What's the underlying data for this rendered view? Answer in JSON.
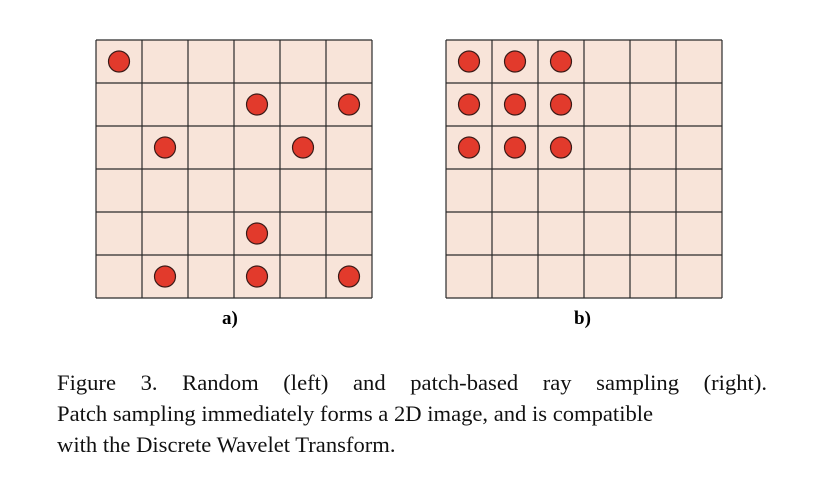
{
  "figure": {
    "grid": {
      "rows": 6,
      "cols": 6,
      "cell_color": "#f8e4d9",
      "line_color": "#2b2b2b"
    },
    "dot_color": "#e23a2c",
    "dot_stroke": "#3a1a17",
    "panels": [
      {
        "label": "a)",
        "sampling": "random",
        "dots": [
          [
            0,
            0
          ],
          [
            1,
            3
          ],
          [
            1,
            5
          ],
          [
            2,
            1
          ],
          [
            2,
            4
          ],
          [
            4,
            3
          ],
          [
            5,
            1
          ],
          [
            5,
            3
          ],
          [
            5,
            5
          ]
        ]
      },
      {
        "label": "b)",
        "sampling": "patch",
        "dots": [
          [
            0,
            0
          ],
          [
            0,
            1
          ],
          [
            0,
            2
          ],
          [
            1,
            0
          ],
          [
            1,
            1
          ],
          [
            1,
            2
          ],
          [
            2,
            0
          ],
          [
            2,
            1
          ],
          [
            2,
            2
          ]
        ]
      }
    ]
  },
  "caption": {
    "line1": "Figure 3.  Random (left) and patch-based ray sampling (right).",
    "line2": "Patch sampling immediately forms a 2D image, and is compatible",
    "line3": "with the Discrete Wavelet Transform."
  }
}
